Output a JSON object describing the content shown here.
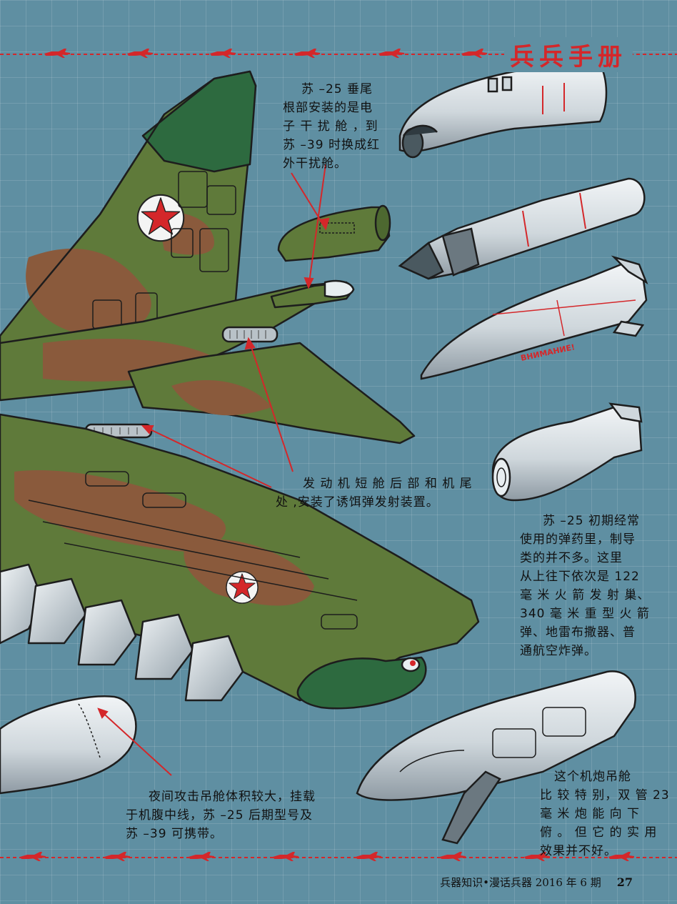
{
  "header": {
    "column_title": "兵兵手册"
  },
  "callouts": {
    "tail_pod": [
      "苏 –25 垂尾",
      "根部安装的是电",
      "子 干 扰 舱 ，到",
      "苏 –39 时换成红",
      "外干扰舱。"
    ],
    "flares": [
      "发 动 机 短 舱 后 部 和 机 尾",
      "处 ,安装了诱饵弹发射装置。"
    ],
    "munitions": [
      "苏 –25 初期经常",
      "使用的弹药里，制导",
      "类的并不多。这里",
      "从上往下依次是 122",
      "毫 米 火 箭 发 射 巢、",
      "340 毫 米 重 型 火 箭",
      "弹、地雷布撒器、普",
      "通航空炸弹。"
    ],
    "night_pod": [
      "夜间攻击吊舱体积较大，挂载",
      "于机腹中线，苏 –25 后期型号及",
      "苏 –39 可携带。"
    ],
    "gun_pod": [
      "这个机炮吊舱",
      "比 较 特 别，双 管 23",
      "毫 米 炮 能 向 下",
      "俯 。 但 它 的 实 用",
      "效果并不好。"
    ]
  },
  "bomb_marking": "ВНИМАНИЕ!",
  "footer": {
    "publication": "兵器知识•漫话兵器  2016 年 6 期",
    "page_number": "27"
  },
  "colors": {
    "background": "#5f8fa2",
    "accent_red": "#d4272a",
    "camo_green": "#5f7a3a",
    "camo_brown": "#8a5a3c"
  }
}
